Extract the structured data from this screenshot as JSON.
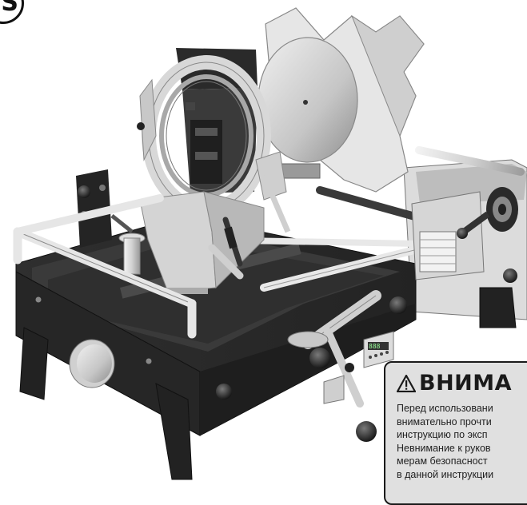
{
  "corner_badge": {
    "text": "S"
  },
  "warning": {
    "title": "ВНИМА",
    "icon": "warning-triangle-icon",
    "lines": [
      "Перед использовани",
      "внимательно прочти",
      "инструкцию по эксп",
      "Невнимание к руков",
      "мерам безопасност",
      "в данной инструкции"
    ]
  },
  "control_panel": {
    "display": "888"
  },
  "colors": {
    "machine_body": "#2b2b2b",
    "metal": "#c8c8c8",
    "warning_bg": "#e0e0e0"
  }
}
